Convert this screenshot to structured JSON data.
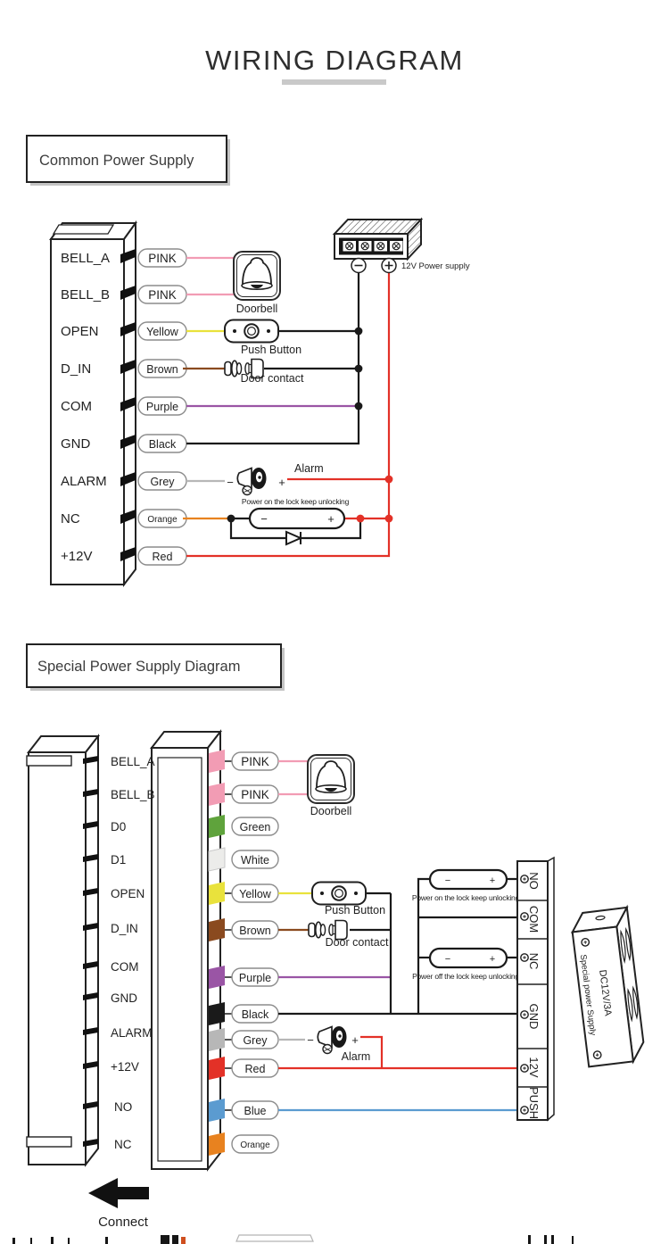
{
  "title": "WIRING DIAGRAM",
  "symbols": {
    "minus": "−",
    "plus": "+"
  },
  "colors": {
    "pink": "#f29cb4",
    "yellow": "#e9e23c",
    "brown": "#8a4a1f",
    "purple": "#9a55a5",
    "black": "#1a1a1a",
    "grey": "#b7b7b7",
    "orange": "#e8821f",
    "red": "#e33127",
    "green": "#5fa33c",
    "white": "#ececea",
    "blue": "#5b9bd0"
  },
  "section1": {
    "header": "Common Power Supply",
    "rows": [
      {
        "terminal": "BELL_A",
        "wire": "PINK"
      },
      {
        "terminal": "BELL_B",
        "wire": "PINK"
      },
      {
        "terminal": "OPEN",
        "wire": "Yellow"
      },
      {
        "terminal": "D_IN",
        "wire": "Brown"
      },
      {
        "terminal": "COM",
        "wire": "Purple"
      },
      {
        "terminal": "GND",
        "wire": "Black"
      },
      {
        "terminal": "ALARM",
        "wire": "Grey"
      },
      {
        "terminal": "NC",
        "wire": "Orange"
      },
      {
        "terminal": "+12V",
        "wire": "Red"
      }
    ],
    "labels": {
      "doorbell": "Doorbell",
      "push_button": "Push Button",
      "door_contact": "Door contact",
      "alarm": "Alarm",
      "lock_on": "Power on the lock keep unlocking",
      "psu": "12V Power supply"
    }
  },
  "section2": {
    "header": "Special Power Supply Diagram",
    "rows": [
      {
        "terminal": "BELL_A",
        "wire": "PINK"
      },
      {
        "terminal": "BELL_B",
        "wire": "PINK"
      },
      {
        "terminal": "D0",
        "wire": "Green"
      },
      {
        "terminal": "D1",
        "wire": "White"
      },
      {
        "terminal": "OPEN",
        "wire": "Yellow"
      },
      {
        "terminal": "D_IN",
        "wire": "Brown"
      },
      {
        "terminal": "COM",
        "wire": "Purple"
      },
      {
        "terminal": "GND",
        "wire": "Black"
      },
      {
        "terminal": "ALARM",
        "wire": "Grey"
      },
      {
        "terminal": "+12V",
        "wire": "Red"
      },
      {
        "terminal": "NO",
        "wire": "Blue"
      },
      {
        "terminal": "NC",
        "wire": "Orange"
      }
    ],
    "labels": {
      "doorbell": "Doorbell",
      "push_button": "Push Button",
      "door_contact": "Door contact",
      "alarm": "Alarm",
      "lock_on": "Power on the lock keep unlocking",
      "lock_off": "Power off the lock keep unlocking",
      "connect": "Connect"
    },
    "terminal_block": [
      "NO",
      "COM",
      "NC",
      "GND",
      "12V",
      "PUSH"
    ],
    "psu": {
      "model": "DC12V/3A",
      "name": "Special power Supply"
    }
  }
}
